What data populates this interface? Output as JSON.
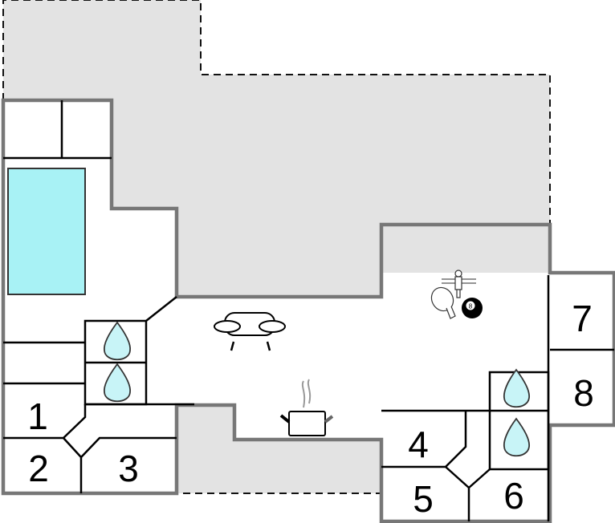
{
  "plan": {
    "rooms": [
      {
        "label": "1"
      },
      {
        "label": "2"
      },
      {
        "label": "3"
      },
      {
        "label": "4"
      },
      {
        "label": "5"
      },
      {
        "label": "6"
      },
      {
        "label": "7"
      },
      {
        "label": "8"
      }
    ],
    "billiard_ball_label": "8",
    "colors": {
      "wall": "#777777",
      "outdoor": "#e3e3e3",
      "pool": "#a8f2f5",
      "water": "#c8f4f7"
    }
  }
}
